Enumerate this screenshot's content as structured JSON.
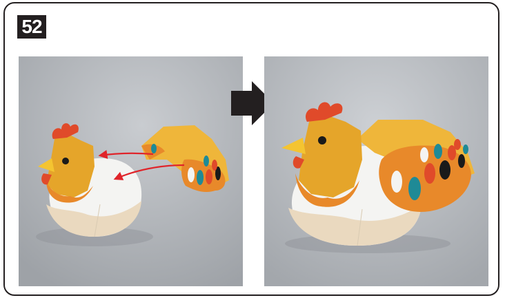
{
  "step": {
    "number": "52"
  },
  "figures": [
    {
      "name": "before-assembly",
      "content": ""
    },
    {
      "name": "after-assembly",
      "content": ""
    }
  ],
  "colors": {
    "badge_bg": "#231f20",
    "badge_text": "#ffffff",
    "frame_border": "#231f20",
    "arrow": "#231f20",
    "guide_arrow": "#e0242a",
    "head_yellow": "#e5a52a",
    "feather_orange": "#e8892a",
    "comb_red": "#e04a2a",
    "body_white": "#f4f4f2",
    "body_beige": "#ead9bf",
    "wing_yellow": "#efb63a"
  },
  "icons": {
    "next_step": "right-arrow-icon"
  }
}
